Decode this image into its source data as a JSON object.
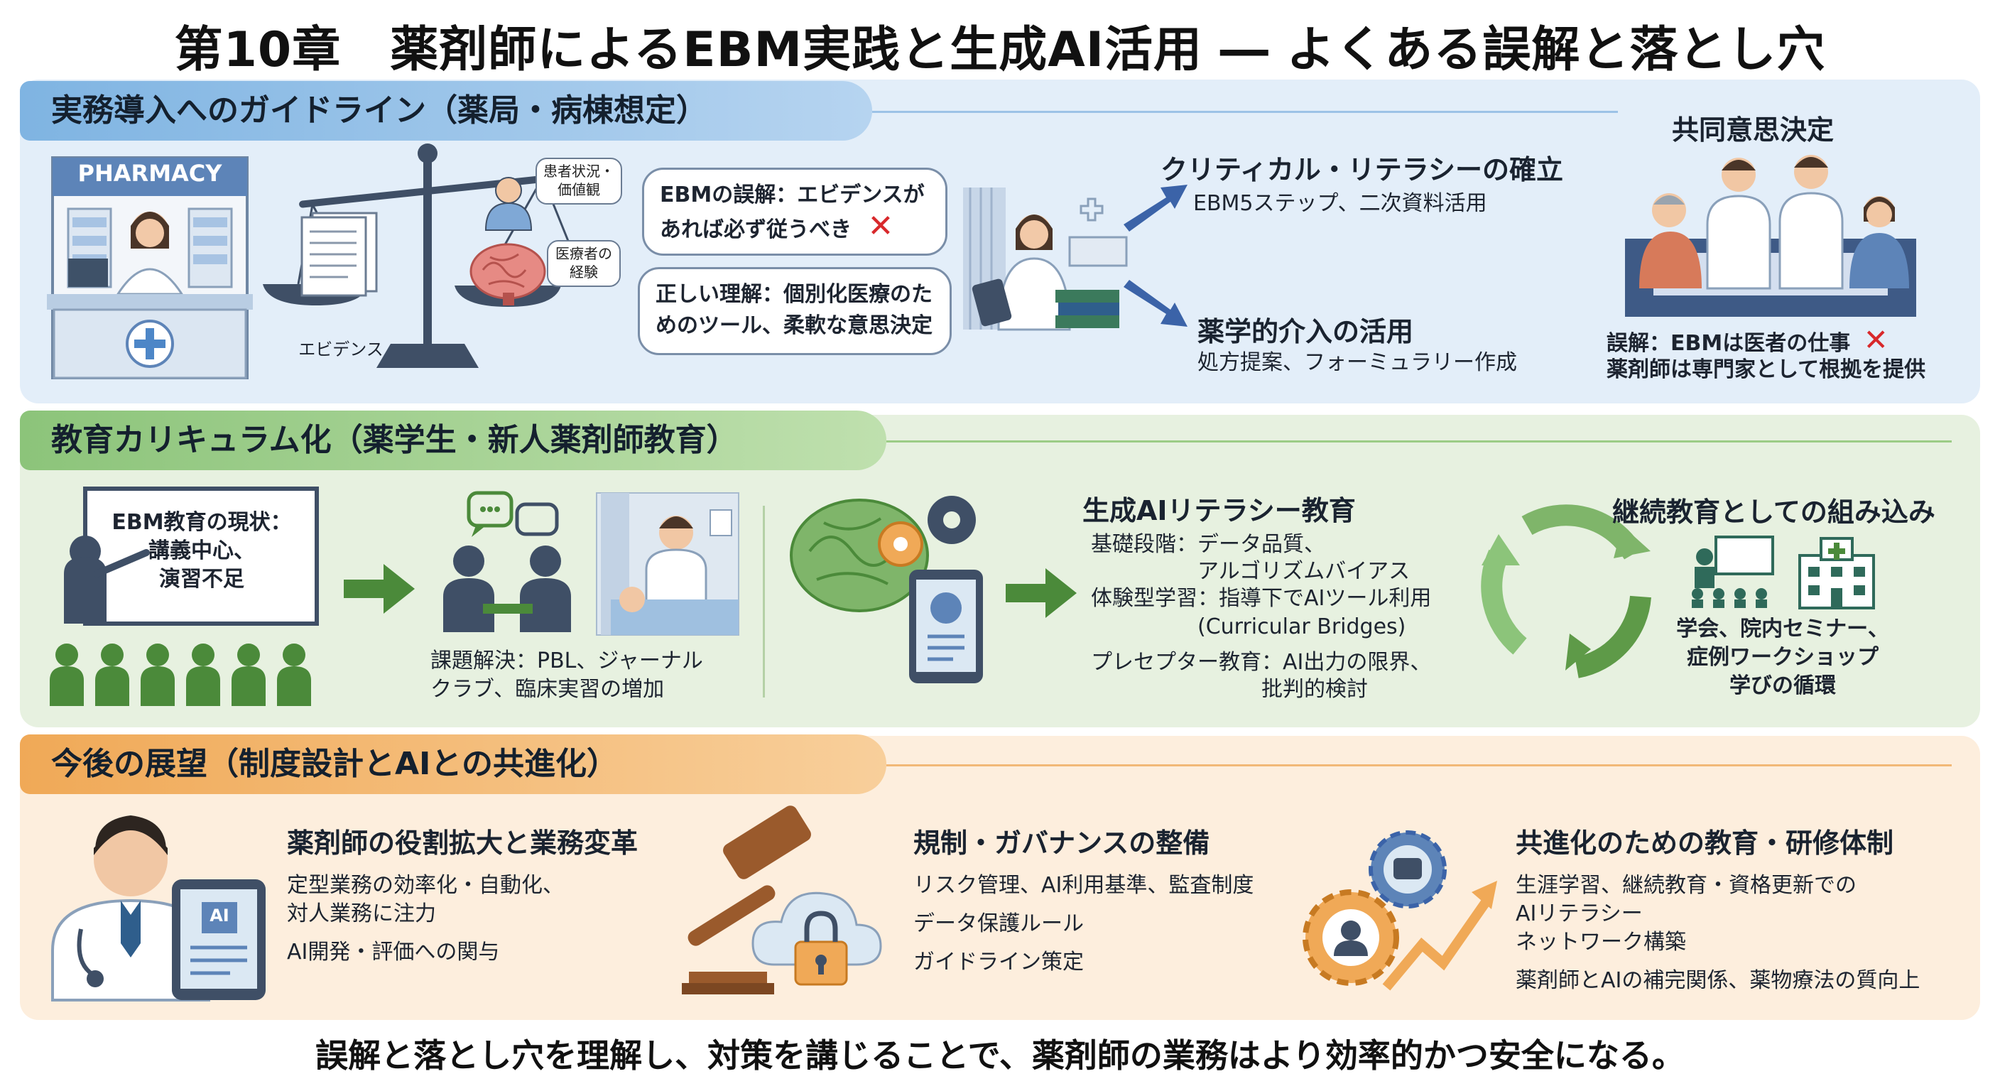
{
  "title": "第10章　薬剤師によるEBM実践と生成AI活用 ― よくある誤解と落とし穴",
  "colors": {
    "blue_band": "#7fb4e2",
    "green_band": "#8cc47a",
    "orange_band": "#f0a957",
    "x_mark": "#d8282b"
  },
  "section1": {
    "heading": "実務導入へのガイドライン（薬局・病棟想定）",
    "pharmacy_sign": "PHARMACY",
    "evidence_label": "エビデンス",
    "patient_label": [
      "患者状況・",
      "価値観"
    ],
    "clinician_label": [
      "医療者の",
      "経験"
    ],
    "misconception": [
      "EBMの誤解：エビデンスが",
      "あれば必ず従うべき"
    ],
    "correct": [
      "正しい理解：個別化医療のた",
      "めのツール、柔軟な意思決定"
    ],
    "literacy_head": "クリティカル・リテラシーの確立",
    "literacy_sub": "EBM5ステップ、二次資料活用",
    "intervention_head": "薬学的介入の活用",
    "intervention_sub": "処方提案、フォーミュラリー作成",
    "sdm_head": "共同意思決定",
    "sdm_misconception": "誤解：EBMは医者の仕事",
    "sdm_text": "薬剤師は専門家として根拠を提供",
    "x_symbol": "✕"
  },
  "section2": {
    "heading": "教育カリキュラム化（薬学生・新人薬剤師教育）",
    "board": [
      "EBM教育の現状：",
      "講義中心、",
      "演習不足"
    ],
    "pbl": [
      "課題解決：PBL、ジャーナル",
      "クラブ、臨床実習の増加"
    ],
    "genai_head": "生成AIリテラシー教育",
    "genai_items": [
      "基礎段階：データ品質、",
      "　　　　　アルゴリズムバイアス",
      "体験型学習：指導下でAIツール利用",
      "　　　　　(Curricular Bridges)",
      "プレセプター教育：AI出力の限界、",
      "　　　　　　　　批判的検討"
    ],
    "continuing_head": "継続教育としての組み込み",
    "continuing_text": [
      "学会、院内セミナー、",
      "症例ワークショップ",
      "学びの循環"
    ]
  },
  "section3": {
    "heading": "今後の展望（制度設計とAIとの共進化）",
    "ai_chip": "AI",
    "role_head": "薬剤師の役割拡大と業務変革",
    "role_text": [
      "定型業務の効率化・自動化、",
      "対人業務に注力",
      "AI開発・評価への関与"
    ],
    "reg_head": "規制・ガバナンスの整備",
    "reg_text": [
      "リスク管理、AI利用基準、監査制度",
      "データ保護ルール",
      "ガイドライン策定"
    ],
    "coevo_head": "共進化のための教育・研修体制",
    "coevo_text": [
      "生涯学習、継続教育・資格更新での",
      "AIリテラシー",
      "ネットワーク構築",
      "薬剤師とAIの補完関係、薬物療法の質向上"
    ]
  },
  "footer": "誤解と落とし穴を理解し、対策を講じることで、薬剤師の業務はより効率的かつ安全になる。"
}
